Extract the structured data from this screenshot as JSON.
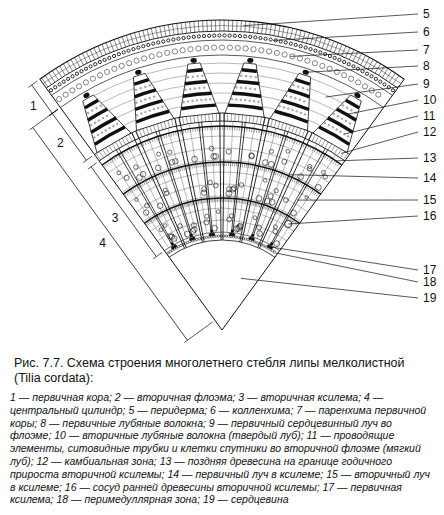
{
  "diagram": {
    "caption": "Рис. 7.7. Схема строения многолетнего стебля липы мелколистной (Tilia cordata):",
    "labels": [
      "1",
      "2",
      "3",
      "4",
      "5",
      "6",
      "7",
      "8",
      "9",
      "10",
      "11",
      "12",
      "13",
      "14",
      "15",
      "16",
      "17",
      "18",
      "19",
      "1 — первичная кора; 2 — вторичная флоэма; 3 — вторичная ксилема; 4 — центральный цилиндр; 5 — перидерма; 6 — колленхима; 7 — паренхима первичной коры; 8 — первичные лубяные волокна; 9 — первичный сердцевинный луч во флоэме; 10 — вторичные лубяные волокна (твердый луб); 11 — проводящие элементы, ситовидные трубки и клетки спутники во вторичной флоэме (мягкий луб); 12 — камбиальная зона; 13 — поздняя древесина на границе годичного прироста вторичной ксилемы; 14 — первичный луч в ксилеме; 15 — вторичный луч в ксилеме; 16 — сосуд ранней древесины вторичной ксилемы; 17 — первичная ксилема; 18 — перимедуллярная зона; 19 — сердцевина"
    ]
  }
}
